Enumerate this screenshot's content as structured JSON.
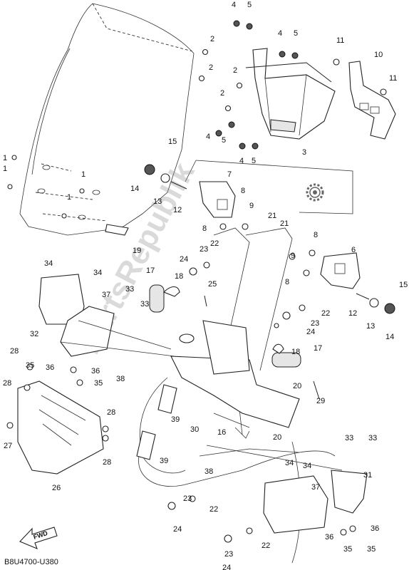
{
  "diagram_code": "B8U4700-U380",
  "fwd_label": "FWD",
  "watermark_text": "PartsRepublik",
  "brand_gear": "gear-logo-icon",
  "callouts": [
    "1",
    "1",
    "1",
    "1",
    "2",
    "2",
    "2",
    "2",
    "3",
    "4",
    "4",
    "4",
    "4",
    "5",
    "5",
    "5",
    "5",
    "6",
    "7",
    "8",
    "8",
    "8",
    "8",
    "9",
    "9",
    "10",
    "11",
    "11",
    "12",
    "12",
    "13",
    "13",
    "14",
    "14",
    "15",
    "15",
    "16",
    "17",
    "17",
    "18",
    "18",
    "19",
    "20",
    "20",
    "21",
    "21",
    "22",
    "22",
    "22",
    "22",
    "23",
    "23",
    "23",
    "23",
    "24",
    "24",
    "24",
    "24",
    "25",
    "26",
    "27",
    "28",
    "28",
    "28",
    "28",
    "29",
    "30",
    "31",
    "32",
    "33",
    "33",
    "33",
    "33",
    "34",
    "34",
    "34",
    "34",
    "35",
    "35",
    "35",
    "35",
    "36",
    "36",
    "36",
    "36",
    "37",
    "37",
    "38",
    "38",
    "39",
    "39"
  ]
}
